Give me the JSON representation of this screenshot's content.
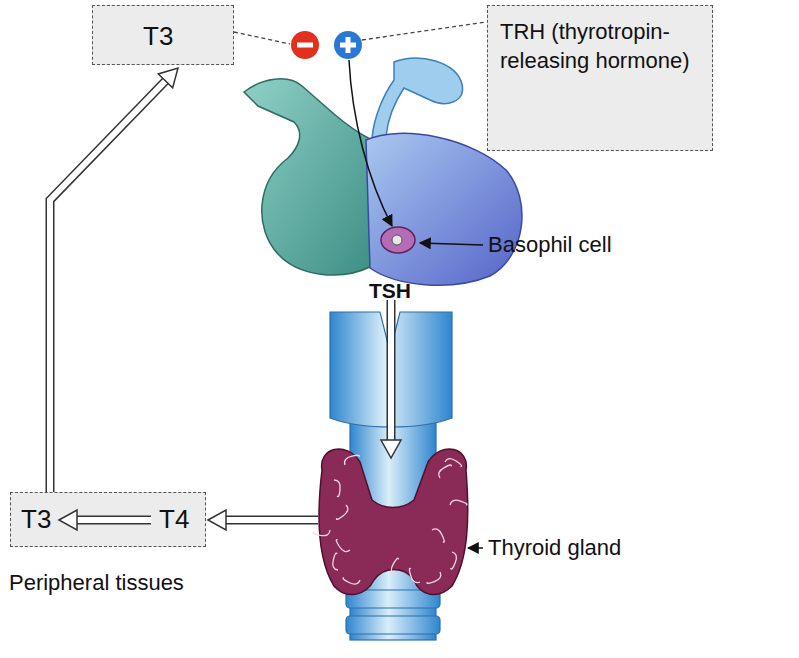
{
  "diagram": {
    "nodes": [
      {
        "text": [
          "T3"
        ]
      },
      {
        "text": [
          "TRH (thyrotropin-releasing hormone)"
        ]
      },
      {
        "text": [
          "T3",
          "T4",
          "Peripheral tissues"
        ]
      }
    ],
    "edges": [
      {
        "from": 2,
        "to": 0,
        "arrow": "to"
      }
    ],
    "labels": [
      "Basophil cell",
      "TSH",
      "Thyroid gland"
    ]
  }
}
